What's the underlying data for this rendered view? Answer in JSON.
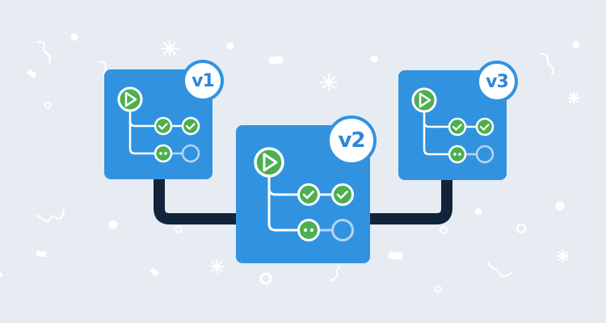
{
  "illustration": {
    "theme": "pipeline-versions",
    "colors": {
      "background": "#e7ecf3",
      "card": "#3193e0",
      "badge_text": "#2f87d6",
      "connector": "#12243a",
      "node_success": "#4caf50",
      "node_stroke": "#ffffff",
      "node_pending_stroke": "#b9d4f2"
    },
    "versions": [
      {
        "label": "v1",
        "nodes": [
          {
            "type": "start",
            "icon": "play-icon"
          },
          {
            "type": "success",
            "icon": "check-icon"
          },
          {
            "type": "success",
            "icon": "check-icon"
          },
          {
            "type": "running",
            "icon": "dots-icon"
          },
          {
            "type": "pending",
            "icon": "empty-circle-icon"
          }
        ]
      },
      {
        "label": "v2",
        "nodes": [
          {
            "type": "start",
            "icon": "play-icon"
          },
          {
            "type": "success",
            "icon": "check-icon"
          },
          {
            "type": "success",
            "icon": "check-icon"
          },
          {
            "type": "running",
            "icon": "dots-icon"
          },
          {
            "type": "pending",
            "icon": "empty-circle-icon"
          }
        ]
      },
      {
        "label": "v3",
        "nodes": [
          {
            "type": "start",
            "icon": "play-icon"
          },
          {
            "type": "success",
            "icon": "check-icon"
          },
          {
            "type": "success",
            "icon": "check-icon"
          },
          {
            "type": "running",
            "icon": "dots-icon"
          },
          {
            "type": "pending",
            "icon": "empty-circle-icon"
          }
        ]
      }
    ],
    "connections": [
      {
        "from": "v1",
        "to": "v2"
      },
      {
        "from": "v2",
        "to": "v3"
      }
    ]
  }
}
